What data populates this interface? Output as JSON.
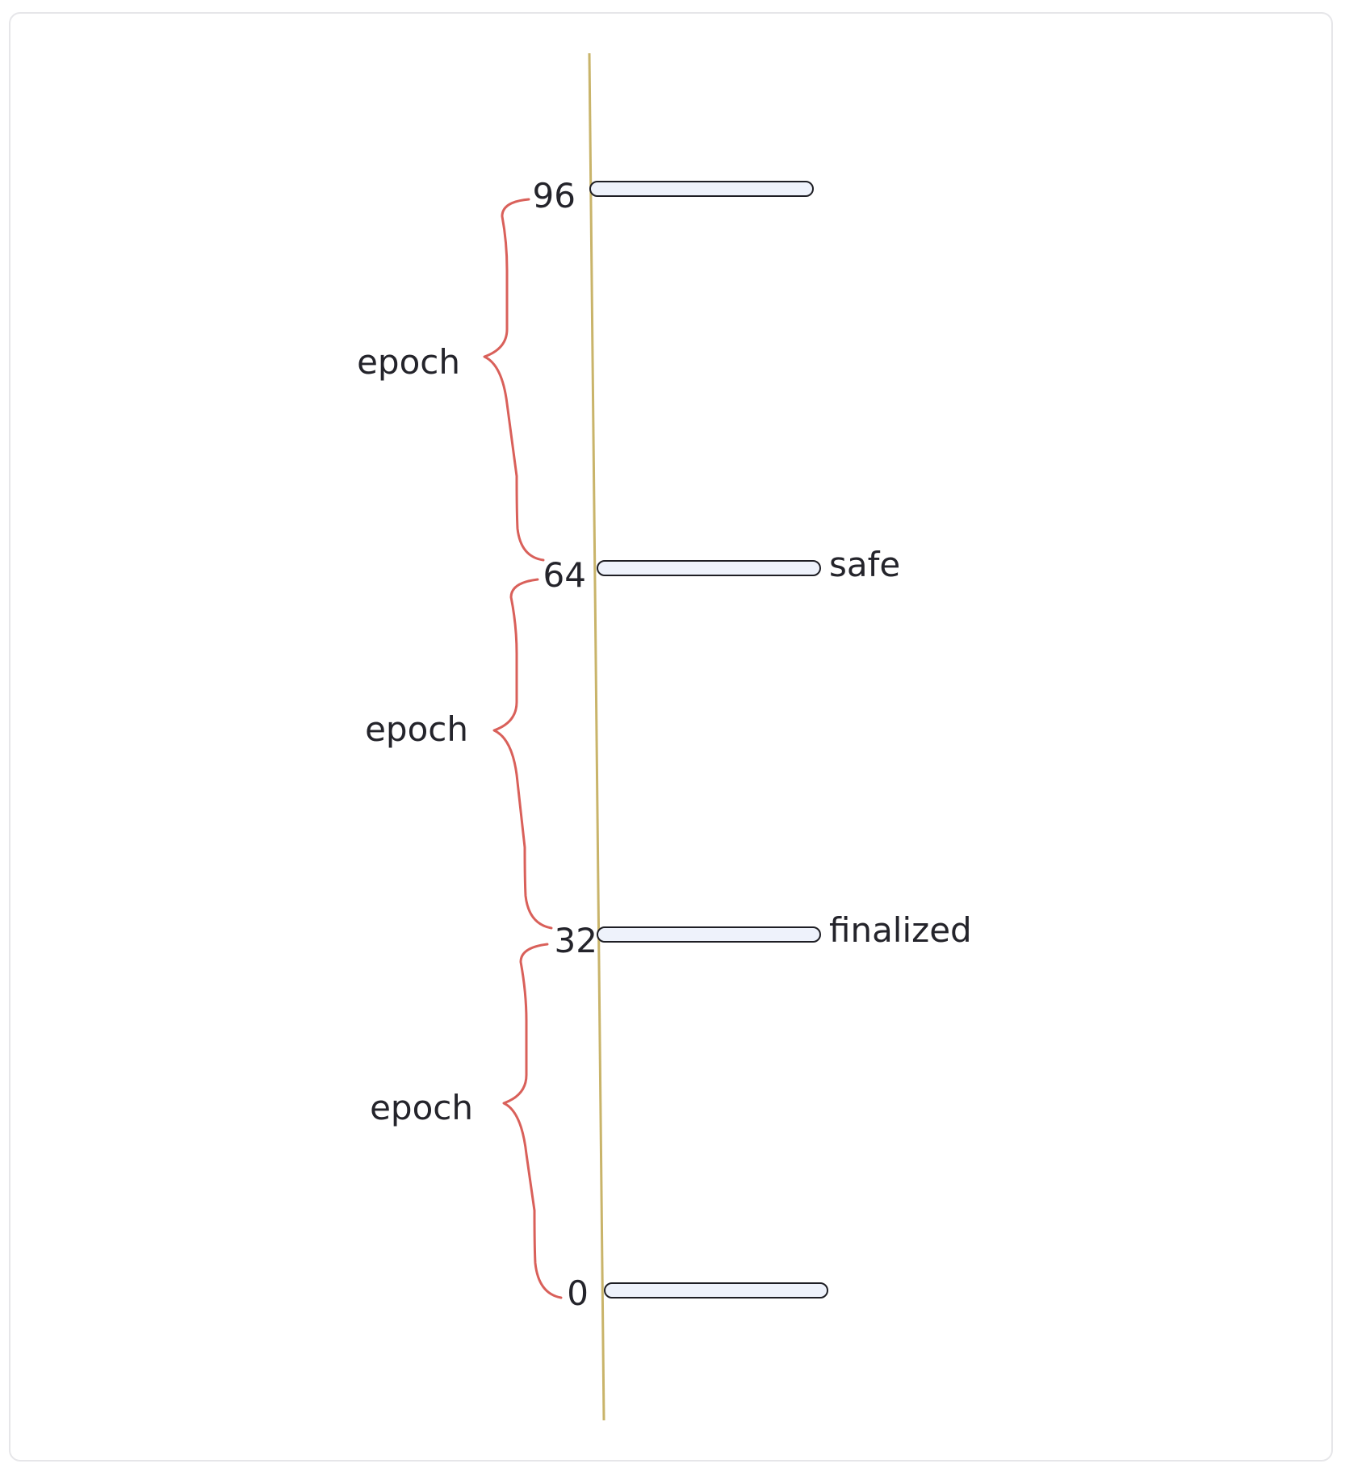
{
  "diagram": {
    "timeline_color": "#c9b46a",
    "brace_color": "#d9605a",
    "bar_fill": "#eef2fb",
    "bar_stroke": "#1e1e24",
    "text_color": "#24242b",
    "slots": [
      {
        "label": "96",
        "tag": ""
      },
      {
        "label": "64",
        "tag": "safe"
      },
      {
        "label": "32",
        "tag": "finalized"
      },
      {
        "label": "0",
        "tag": ""
      }
    ],
    "braces": [
      {
        "label": "epoch"
      },
      {
        "label": "epoch"
      },
      {
        "label": "epoch"
      }
    ]
  }
}
